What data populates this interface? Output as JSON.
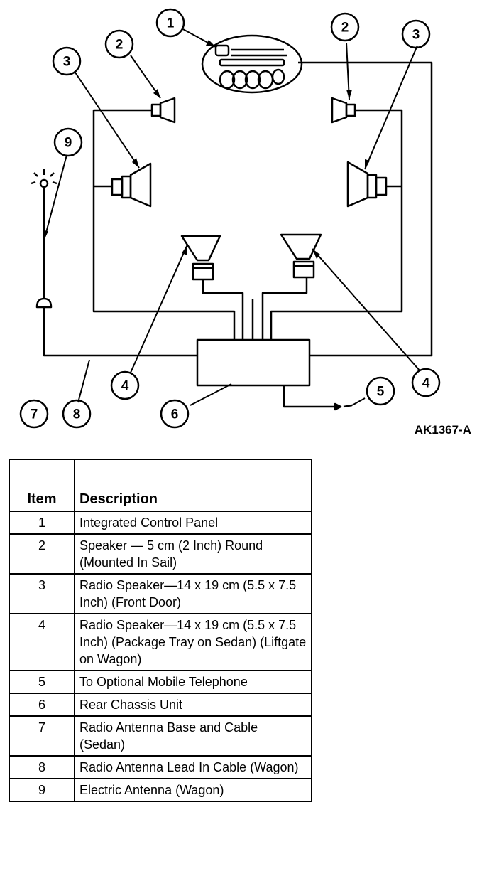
{
  "figure_id": "AK1367-A",
  "callouts": {
    "c1": "1",
    "c2a": "2",
    "c2b": "2",
    "c3a": "3",
    "c3b": "3",
    "c4a": "4",
    "c4b": "4",
    "c5": "5",
    "c6": "6",
    "c7": "7",
    "c8": "8",
    "c9": "9"
  },
  "table": {
    "headers": {
      "item": "Item",
      "description": "Description"
    },
    "rows": [
      {
        "item": "1",
        "description": "Integrated Control Panel"
      },
      {
        "item": "2",
        "description": "Speaker — 5 cm (2 Inch) Round (Mounted In Sail)"
      },
      {
        "item": "3",
        "description": "Radio Speaker—14 x 19 cm (5.5 x 7.5 Inch) (Front Door)"
      },
      {
        "item": "4",
        "description": "Radio Speaker—14 x 19 cm (5.5 x 7.5 Inch) (Package Tray on Sedan) (Liftgate on Wagon)"
      },
      {
        "item": "5",
        "description": "To Optional Mobile Telephone"
      },
      {
        "item": "6",
        "description": "Rear Chassis Unit"
      },
      {
        "item": "7",
        "description": "Radio Antenna Base and Cable (Sedan)"
      },
      {
        "item": "8",
        "description": "Radio Antenna Lead In Cable (Wagon)"
      },
      {
        "item": "9",
        "description": "Electric Antenna (Wagon)"
      }
    ]
  }
}
